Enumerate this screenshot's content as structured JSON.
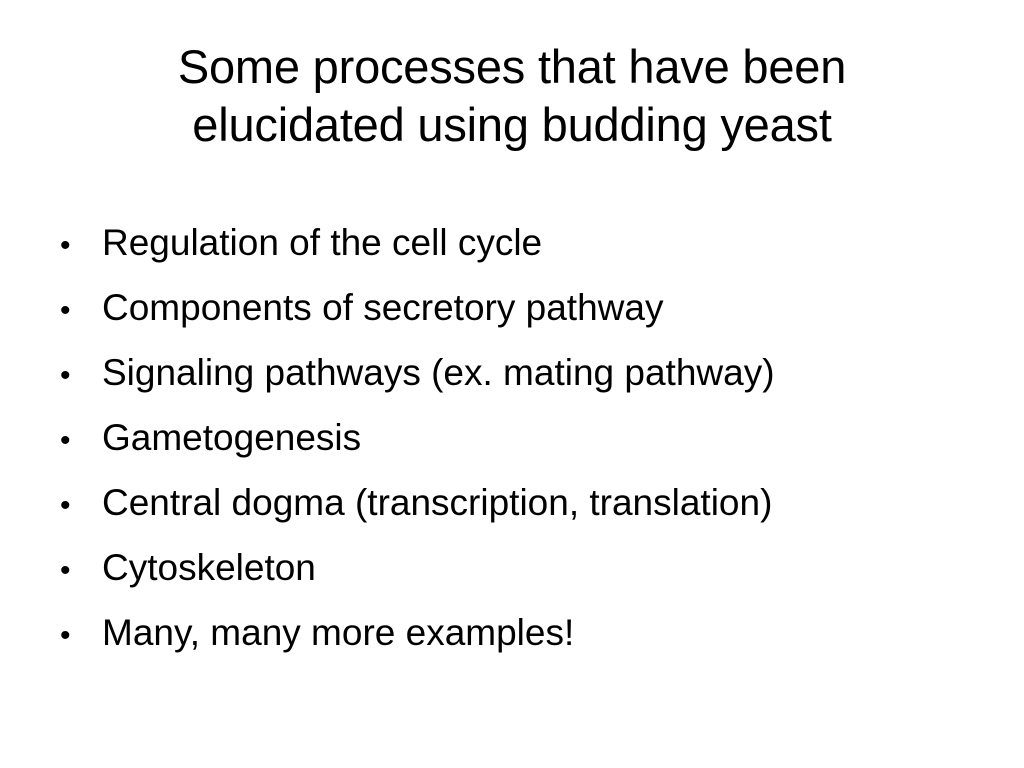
{
  "slide": {
    "title_lines": [
      "Some processes that have been",
      "elucidated using budding yeast"
    ],
    "bullet_symbol": "•",
    "bullets": [
      "Regulation of the cell cycle",
      "Components of secretory pathway",
      "Signaling pathways (ex. mating pathway)",
      "Gametogenesis",
      "Central dogma (transcription, translation)",
      "Cytoskeleton",
      "Many, many more examples!"
    ]
  }
}
